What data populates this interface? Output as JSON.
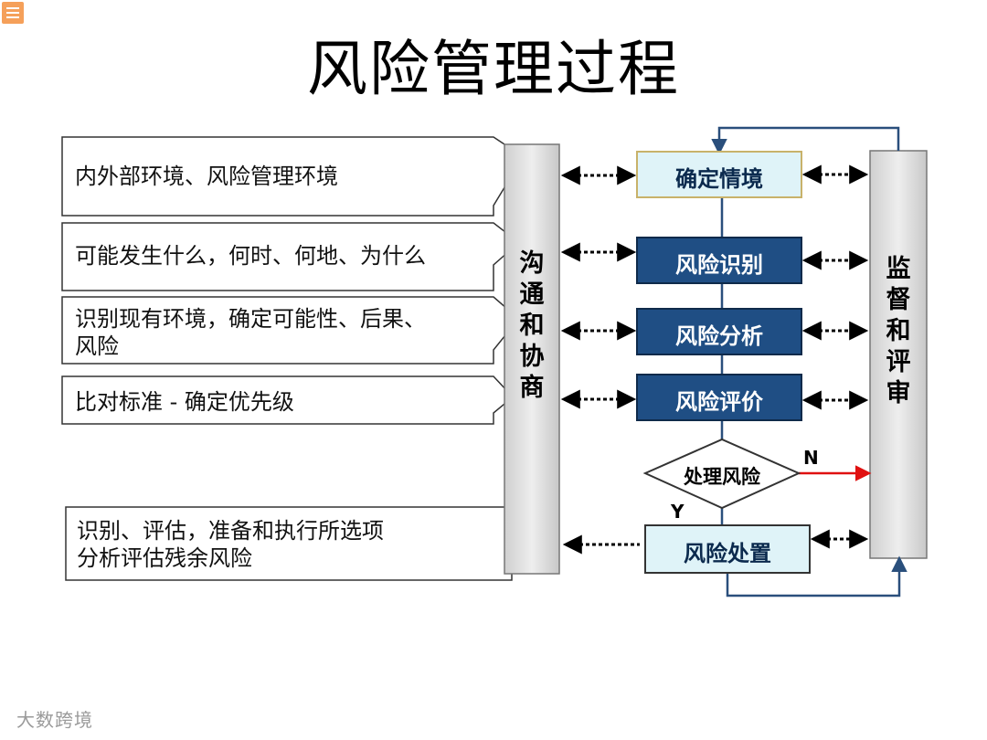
{
  "title": "风险管理过程",
  "callouts": [
    {
      "text": "内外部环境、风险管理环境"
    },
    {
      "text": "可能发生什么，何时、何地、为什么"
    },
    {
      "text": "识别现有环境，确定可能性、后果、\n风险"
    },
    {
      "text": "比对标准 - 确定优先级"
    },
    {
      "text": "识别、评估，准备和执行所选项\n分析评估残余风险"
    }
  ],
  "left_column": {
    "label": "沟\n通\n和\n协\n商"
  },
  "right_column": {
    "label": "监\n督\n和\n评\n审"
  },
  "steps": [
    {
      "label": "确定情境",
      "style": "light"
    },
    {
      "label": "风险识别",
      "style": "dark"
    },
    {
      "label": "风险分析",
      "style": "dark"
    },
    {
      "label": "风险评价",
      "style": "dark"
    },
    {
      "label": "处理风险",
      "style": "diamond"
    },
    {
      "label": "风险处置",
      "style": "light"
    }
  ],
  "decision": {
    "no_label": "N",
    "yes_label": "Y"
  },
  "watermark": "大数跨境",
  "colors": {
    "dark_box": "#1f4e84",
    "light_box": "#dff3f8",
    "flow_line": "#2a4f7c",
    "no_arrow": "#e01010",
    "column_fill": "#e4e4e4"
  }
}
